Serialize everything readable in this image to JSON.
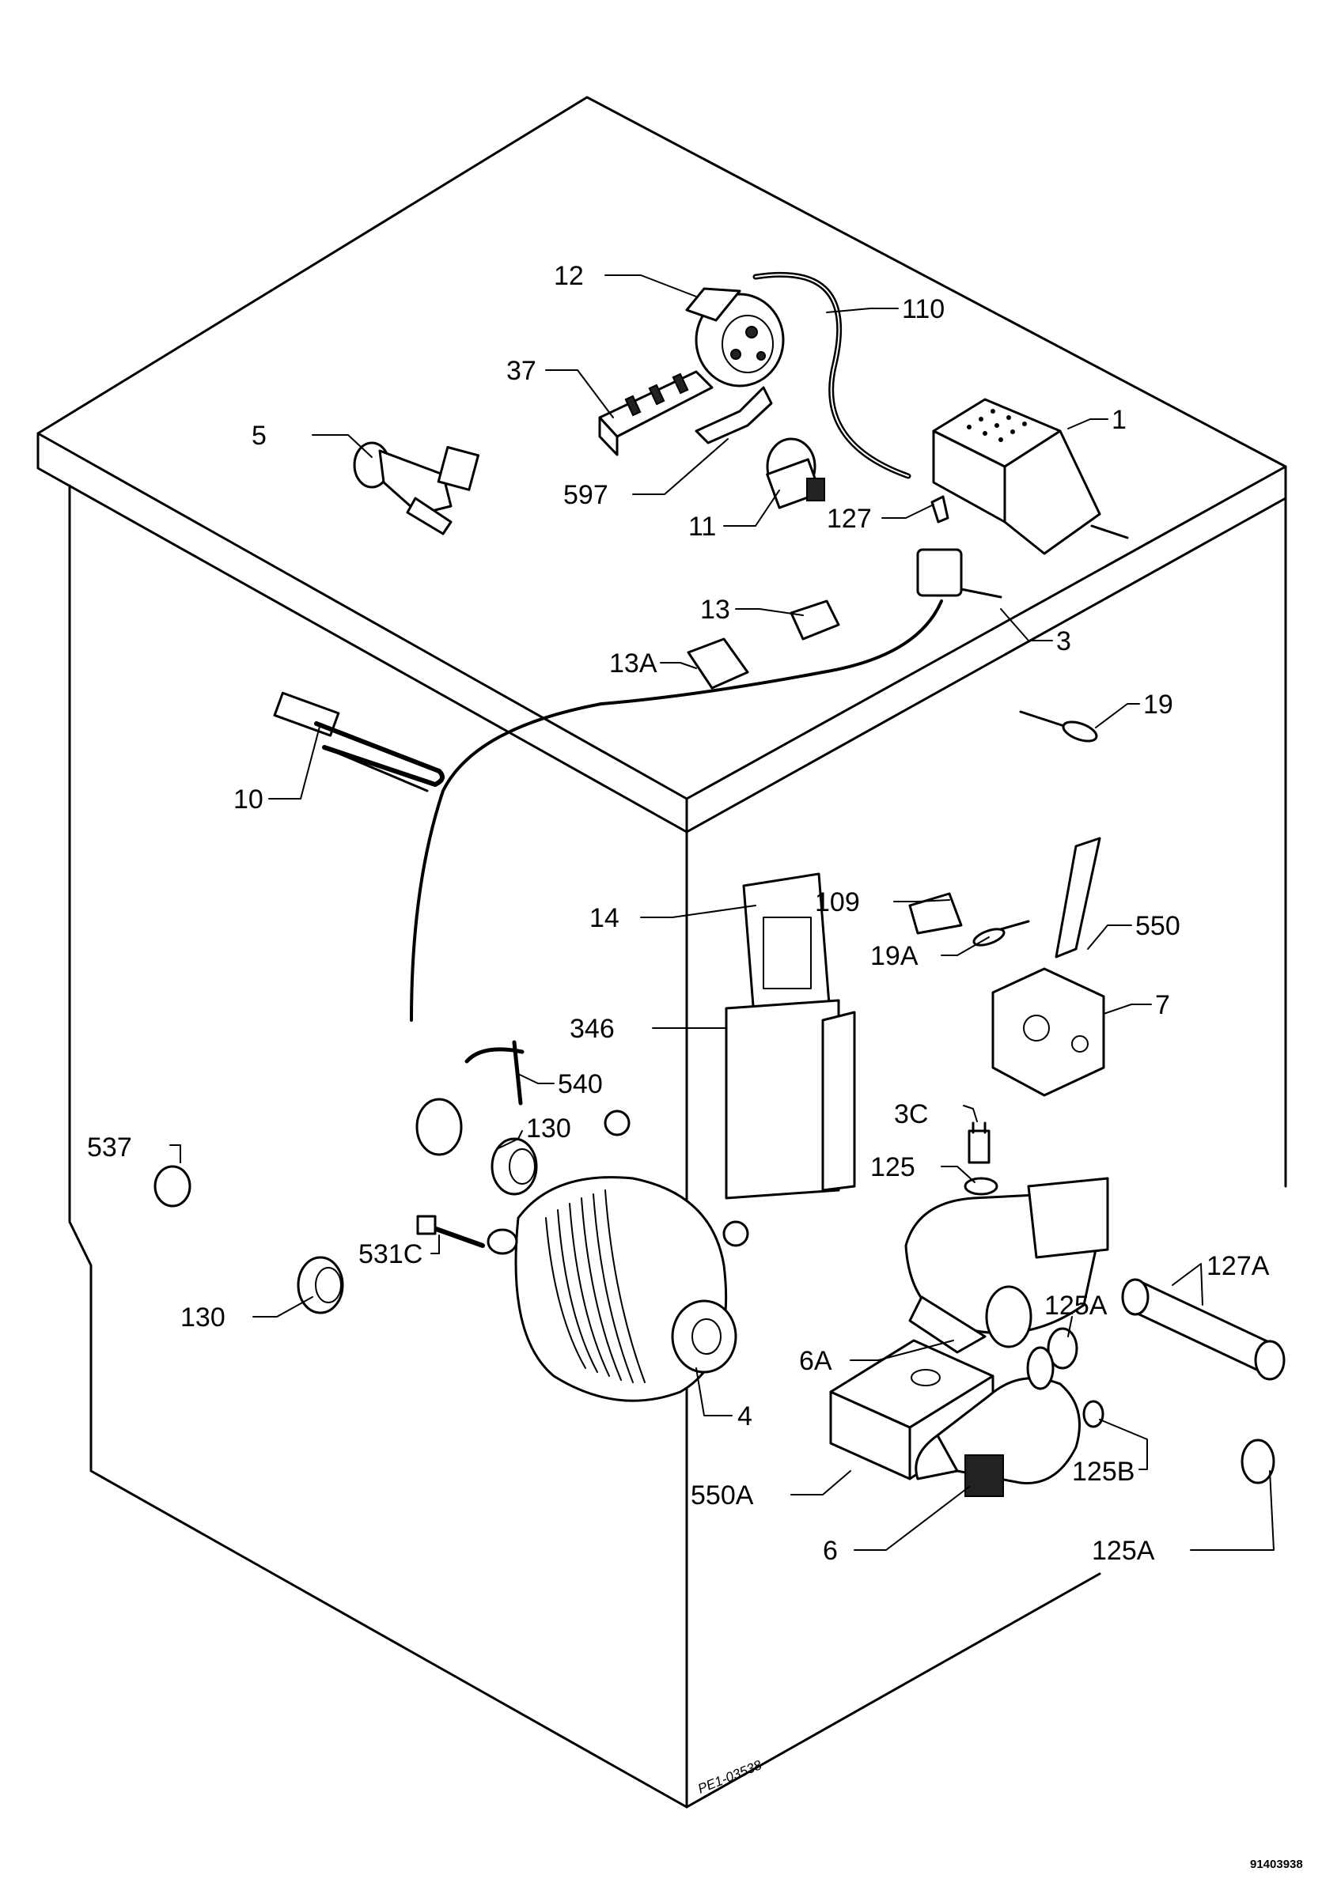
{
  "drawing_number": "91403938",
  "stamp_code": "PE1-03538",
  "callouts": [
    {
      "id": "1",
      "label": "1"
    },
    {
      "id": "3",
      "label": "3"
    },
    {
      "id": "3C",
      "label": "3C"
    },
    {
      "id": "4",
      "label": "4"
    },
    {
      "id": "5",
      "label": "5"
    },
    {
      "id": "6",
      "label": "6"
    },
    {
      "id": "6A",
      "label": "6A"
    },
    {
      "id": "7",
      "label": "7"
    },
    {
      "id": "10",
      "label": "10"
    },
    {
      "id": "11",
      "label": "11"
    },
    {
      "id": "12",
      "label": "12"
    },
    {
      "id": "13",
      "label": "13"
    },
    {
      "id": "13A",
      "label": "13A"
    },
    {
      "id": "14",
      "label": "14"
    },
    {
      "id": "19",
      "label": "19"
    },
    {
      "id": "19A",
      "label": "19A"
    },
    {
      "id": "37",
      "label": "37"
    },
    {
      "id": "109",
      "label": "109"
    },
    {
      "id": "110",
      "label": "110"
    },
    {
      "id": "125",
      "label": "125"
    },
    {
      "id": "125A",
      "label": "125A"
    },
    {
      "id": "125A_2",
      "label": "125A"
    },
    {
      "id": "125B",
      "label": "125B"
    },
    {
      "id": "127",
      "label": "127"
    },
    {
      "id": "127A",
      "label": "127A"
    },
    {
      "id": "130",
      "label": "130"
    },
    {
      "id": "130_2",
      "label": "130"
    },
    {
      "id": "346",
      "label": "346"
    },
    {
      "id": "531C",
      "label": "531C"
    },
    {
      "id": "537",
      "label": "537"
    },
    {
      "id": "540",
      "label": "540"
    },
    {
      "id": "550",
      "label": "550"
    },
    {
      "id": "550A",
      "label": "550A"
    },
    {
      "id": "597",
      "label": "597"
    }
  ]
}
